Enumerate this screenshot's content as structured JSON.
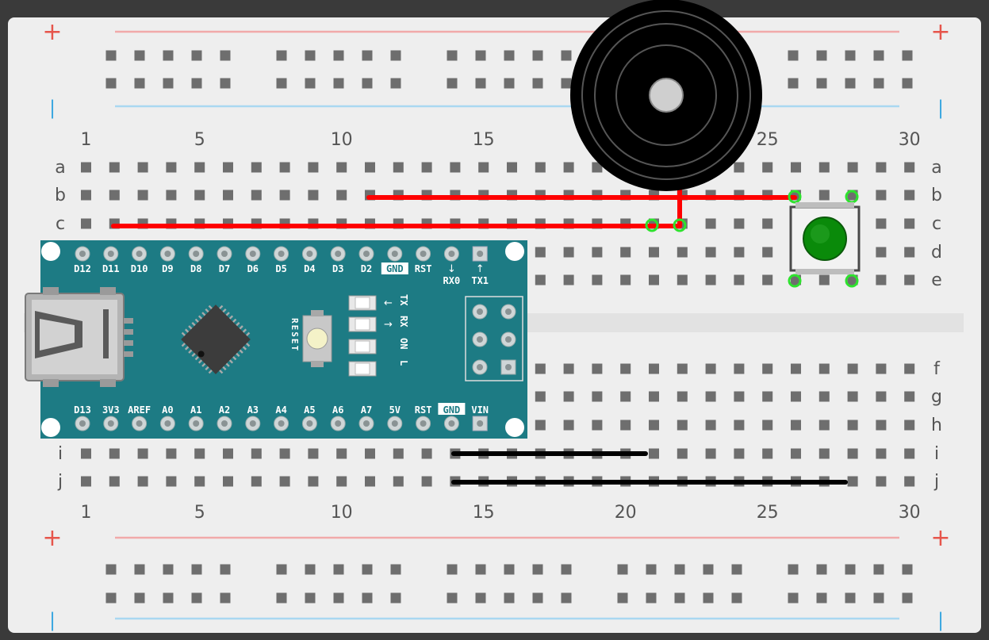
{
  "breadboard": {
    "column_labels": [
      "1",
      "5",
      "10",
      "15",
      "20",
      "25",
      "30"
    ],
    "top_row_labels": [
      "a",
      "b",
      "c",
      "d",
      "e"
    ],
    "bottom_row_labels": [
      "f",
      "g",
      "h",
      "i",
      "j"
    ],
    "rail_plus_symbol": "+",
    "rail_minus_symbol": "|"
  },
  "arduino": {
    "top_pins": [
      "D12",
      "D11",
      "D10",
      "D9",
      "D8",
      "D7",
      "D6",
      "D5",
      "D4",
      "D3",
      "D2",
      "GND",
      "RST",
      "RX0",
      "TX1"
    ],
    "bottom_pins": [
      "D13",
      "3V3",
      "AREF",
      "A0",
      "A1",
      "A2",
      "A3",
      "A4",
      "A5",
      "A6",
      "A7",
      "5V",
      "RST",
      "GND",
      "VIN"
    ],
    "rx_arrow": "↓",
    "tx_arrow": "↑",
    "reset_label": "RESET",
    "led_labels": [
      "TX",
      "RX",
      "ON",
      "L"
    ],
    "led_arrows": [
      "←",
      "→"
    ]
  },
  "colors": {
    "board": "#eeeeee",
    "hole": "#6e6e6e",
    "arduino": "#1d7b84",
    "wire_red": "#ff0000",
    "wire_black": "#000000",
    "rail_red": "#f1a9a9",
    "rail_blue": "#a9d8f1",
    "rail_plus": "#e6554b",
    "rail_minus": "#3aa7e0",
    "button": "#0a8a0a",
    "pin_highlight": "#2ee22e"
  },
  "components": {
    "piezo": "piezo-buzzer-icon",
    "button": "pushbutton-icon",
    "usb": "mini-usb-icon",
    "chip": "microcontroller-icon"
  }
}
